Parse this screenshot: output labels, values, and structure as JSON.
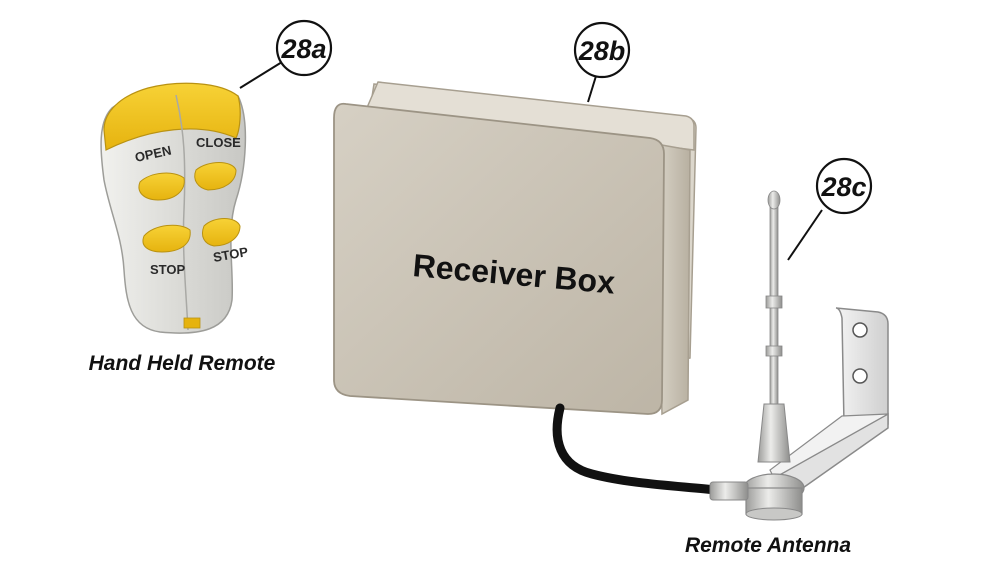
{
  "callouts": {
    "remote": "28a",
    "receiver": "28b",
    "antenna": "28c"
  },
  "captions": {
    "remote": "Hand Held Remote",
    "antenna": "Remote Antenna"
  },
  "remote_buttons": {
    "open": "OPEN",
    "close": "CLOSE",
    "stop_left": "STOP",
    "stop_right": "STOP"
  },
  "receiver_label": "Receiver Box",
  "colors": {
    "remote_yellow": "#f2c21b",
    "remote_body": "#dcdcd8",
    "box_face": "#c9c2b5",
    "box_lid": "#dcd7cc",
    "cable": "#111111",
    "antenna": "#cfcfcd",
    "bracket": "#e6e6e6"
  }
}
